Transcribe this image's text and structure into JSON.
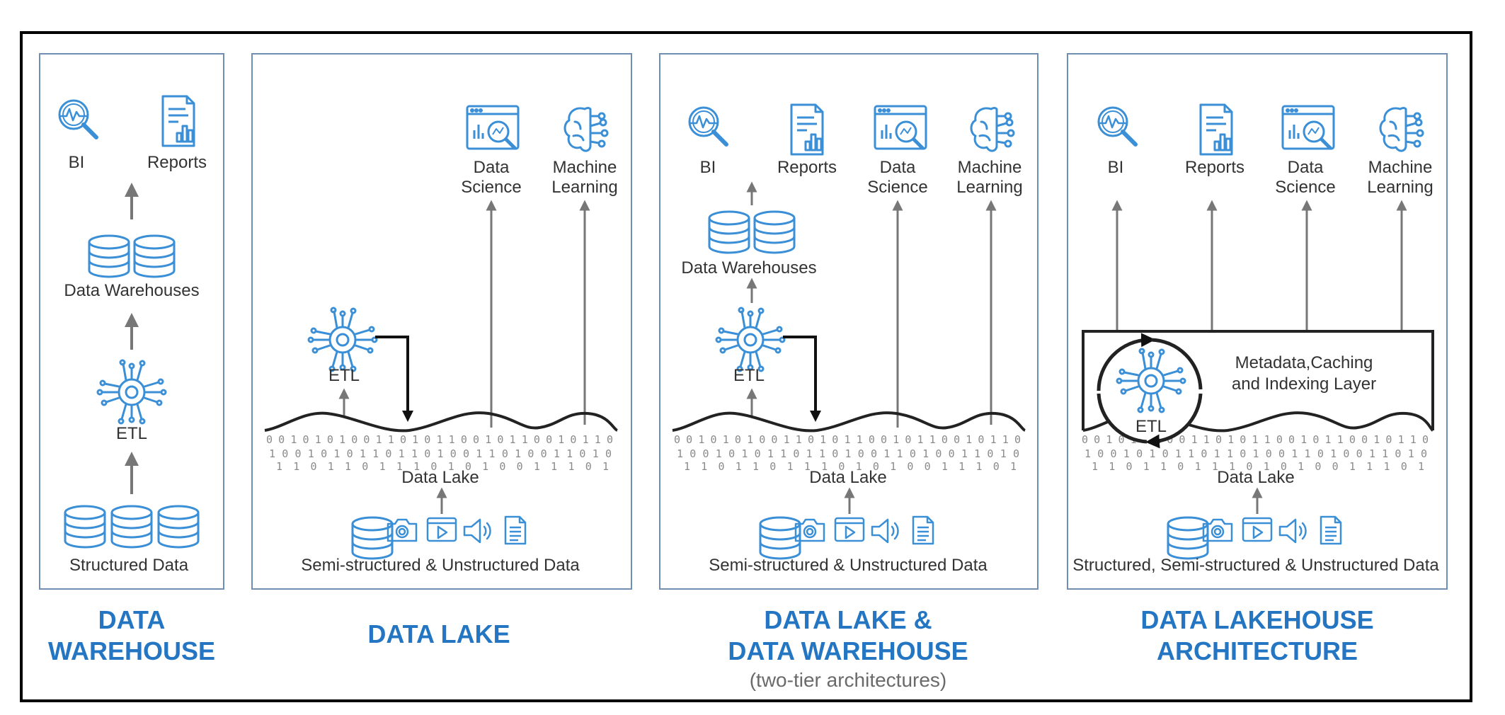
{
  "colors": {
    "accent": "#2476c3",
    "icon": "#3a8fd6",
    "frame": "#000000",
    "panel_border": "#6f8fb2",
    "arrow": "#777777"
  },
  "panels": {
    "warehouse": {
      "title_lines": [
        "DATA",
        "WAREHOUSE"
      ],
      "labels": {
        "bi": "BI",
        "reports": "Reports",
        "dw": "Data Warehouses",
        "etl": "ETL",
        "source": "Structured Data"
      },
      "icons": [
        "bi-magnifier-icon",
        "report-document-icon",
        "database-icon",
        "etl-chip-icon",
        "database-icon"
      ]
    },
    "lake": {
      "title_lines": [
        "DATA LAKE"
      ],
      "labels": {
        "ds_1": "Data",
        "ds_2": "Science",
        "ml_1": "Machine",
        "ml_2": "Learning",
        "etl": "ETL",
        "lake": "Data Lake",
        "source": "Semi-structured & Unstructured Data"
      },
      "icons": [
        "data-science-icon",
        "machine-learning-brain-icon",
        "etl-chip-icon",
        "database-icon",
        "camera-icon",
        "video-icon",
        "audio-icon",
        "document-icon"
      ]
    },
    "two_tier": {
      "title_lines": [
        "DATA LAKE &",
        "DATA WAREHOUSE"
      ],
      "subtitle": "(two-tier architectures)",
      "labels": {
        "bi": "BI",
        "reports": "Reports",
        "ds_1": "Data",
        "ds_2": "Science",
        "ml_1": "Machine",
        "ml_2": "Learning",
        "dw": "Data Warehouses",
        "etl": "ETL",
        "lake": "Data Lake",
        "source": "Semi-structured & Unstructured Data"
      },
      "icons": [
        "bi-magnifier-icon",
        "report-document-icon",
        "data-science-icon",
        "machine-learning-brain-icon",
        "database-icon",
        "etl-chip-icon"
      ]
    },
    "lakehouse": {
      "title_lines": [
        "DATA LAKEHOUSE",
        "ARCHITECTURE"
      ],
      "labels": {
        "bi": "BI",
        "reports": "Reports",
        "ds_1": "Data",
        "ds_2": "Science",
        "ml_1": "Machine",
        "ml_2": "Learning",
        "meta_1": "Metadata,Caching",
        "meta_2": "and Indexing Layer",
        "etl": "ETL",
        "lake": "Data Lake",
        "source": "Structured, Semi-structured & Unstructured Data"
      },
      "icons": [
        "bi-magnifier-icon",
        "report-document-icon",
        "data-science-icon",
        "machine-learning-brain-icon",
        "etl-chip-icon",
        "cycle-arrow-icon"
      ]
    }
  }
}
